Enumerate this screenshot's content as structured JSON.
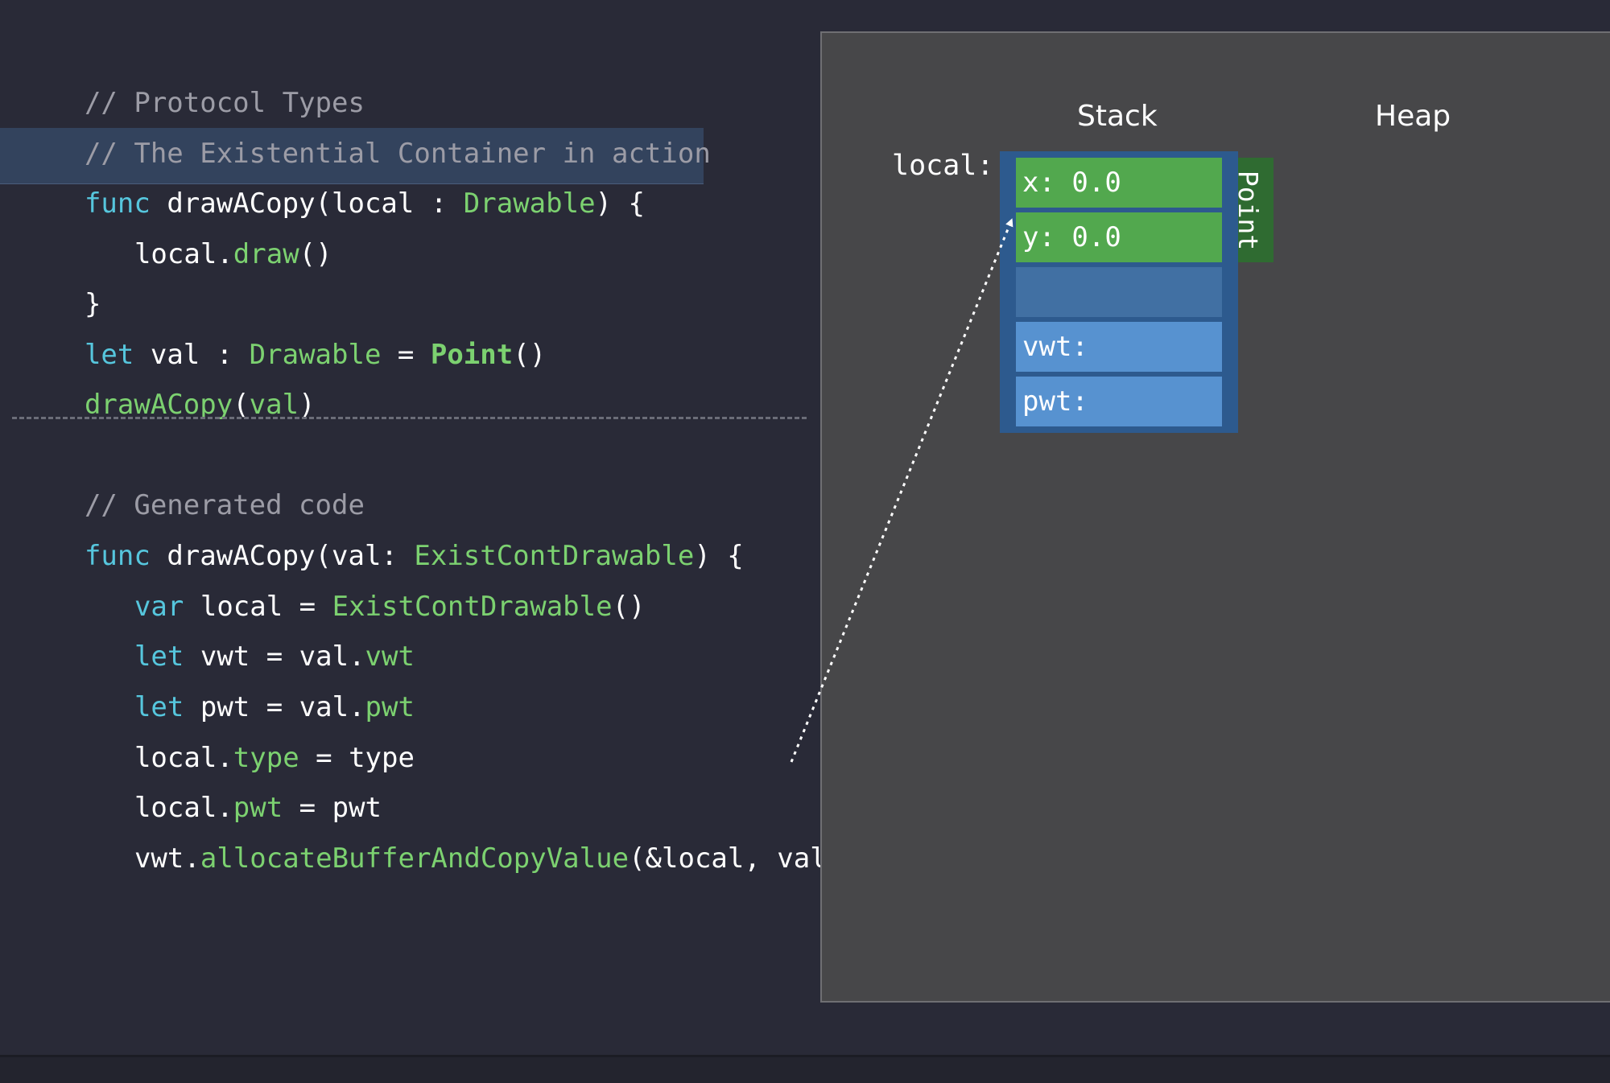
{
  "code_top": {
    "line1": "// Protocol Types",
    "line2": "// The Existential Container in action",
    "line3": {
      "kw": "func",
      "name": " drawACopy(local : ",
      "type": "Drawable",
      "rest": ") {"
    },
    "line4": {
      "obj": "local.",
      "method": "draw",
      "rest": "()"
    },
    "line5": "}",
    "line6": {
      "kw": "let",
      "a": " val : ",
      "type": "Drawable",
      "b": " = ",
      "ctor": "Point",
      "c": "()"
    },
    "line7": {
      "fn": "drawACopy",
      "a": "(",
      "arg": "val",
      "b": ")"
    }
  },
  "code_bottom": {
    "line1": "// Generated code",
    "line2": {
      "kw": "func",
      "name": " drawACopy(val: ",
      "type": "ExistContDrawable",
      "rest": ") {"
    },
    "line3": {
      "kw": "var",
      "a": " local = ",
      "type": "ExistContDrawable",
      "b": "()"
    },
    "line4": {
      "kw": "let",
      "a": " vwt = val.",
      "prop": "vwt"
    },
    "line5": {
      "kw": "let",
      "a": " pwt = val.",
      "prop": "pwt"
    },
    "line6": {
      "a": "local.",
      "prop": "type",
      "b": " = type"
    },
    "line7": {
      "a": "local.",
      "prop": "pwt",
      "b": " = pwt"
    },
    "line8": {
      "a": "vwt.",
      "method": "allocateBufferAndCopyValue",
      "b": "(&local, val)"
    }
  },
  "diagram": {
    "stack_title": "Stack",
    "heap_title": "Heap",
    "local_label": "local:",
    "point_label": "Point",
    "cells": {
      "x": "x: 0.0",
      "y": "y: 0.0",
      "empty": "",
      "vwt": "vwt:",
      "pwt": "pwt:"
    }
  },
  "colors": {
    "background": "#292a37",
    "keyword": "#56c6dd",
    "identifier_green": "#7cd170",
    "comment": "#9c9ca6",
    "highlight": "#33435d",
    "panel": "#474749",
    "container_blue": "#2d5a8e",
    "cell_green": "#52a84e",
    "cell_blue": "#5792d0",
    "point_dark_green": "#2f6b31"
  }
}
